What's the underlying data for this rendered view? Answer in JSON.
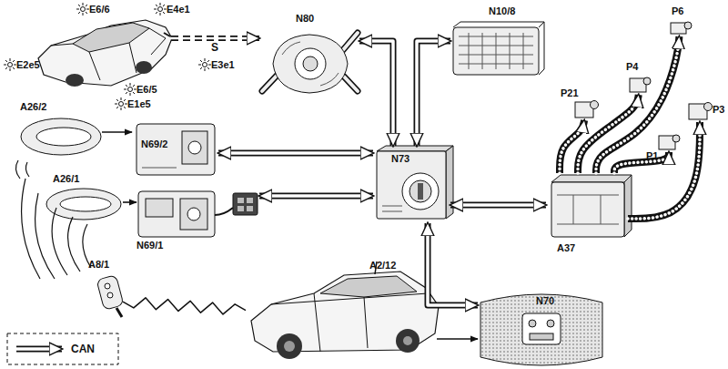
{
  "diagram": {
    "nodes": [
      {
        "text": [
          "E6/6",
          "E4e1",
          "E2e5",
          "E6/5",
          "E1e5",
          "E3e1"
        ]
      },
      {
        "text": [
          "N80"
        ]
      },
      {
        "text": [
          "N10/8"
        ]
      },
      {
        "text": [
          "P6"
        ]
      },
      {
        "text": [
          "P4"
        ]
      },
      {
        "text": [
          "P21"
        ]
      },
      {
        "text": [
          "P3"
        ]
      },
      {
        "text": [
          "P1"
        ]
      },
      {
        "text": [
          "A26/2"
        ]
      },
      {
        "text": [
          "N69/2"
        ]
      },
      {
        "text": [
          "N73"
        ]
      },
      {
        "text": [
          "A37"
        ]
      },
      {
        "text": [
          "A26/1"
        ]
      },
      {
        "text": [
          "N69/1"
        ]
      },
      {
        "text": [
          "A8/1"
        ]
      },
      {
        "text": [
          "A2/12"
        ]
      },
      {
        "text": [
          "N70"
        ]
      }
    ],
    "edges": [
      {
        "from": 0,
        "to": 1,
        "label": "S",
        "arrow": "to"
      },
      {
        "from": 1,
        "to": 10,
        "arrow": "both"
      },
      {
        "from": 2,
        "to": 10,
        "arrow": "both"
      },
      {
        "from": 9,
        "to": 10,
        "arrow": "both"
      },
      {
        "from": 13,
        "to": 10,
        "arrow": "both"
      },
      {
        "from": 10,
        "to": 11,
        "arrow": "both"
      },
      {
        "from": 10,
        "to": 16,
        "arrow": "both"
      },
      {
        "from": 11,
        "to": 5,
        "arrow": "to"
      },
      {
        "from": 11,
        "to": 4,
        "arrow": "to"
      },
      {
        "from": 11,
        "to": 3,
        "arrow": "to"
      },
      {
        "from": 11,
        "to": 7,
        "arrow": "to"
      },
      {
        "from": 11,
        "to": 6,
        "arrow": "to"
      },
      {
        "from": 8,
        "to": 9,
        "arrow": "to"
      },
      {
        "from": 12,
        "to": 13,
        "arrow": "to"
      },
      {
        "from": 15,
        "to": 16,
        "arrow": "to"
      },
      {
        "from": 14,
        "to": 15,
        "arrow": "none"
      }
    ],
    "legend": [
      {
        "text": "CAN"
      }
    ]
  }
}
